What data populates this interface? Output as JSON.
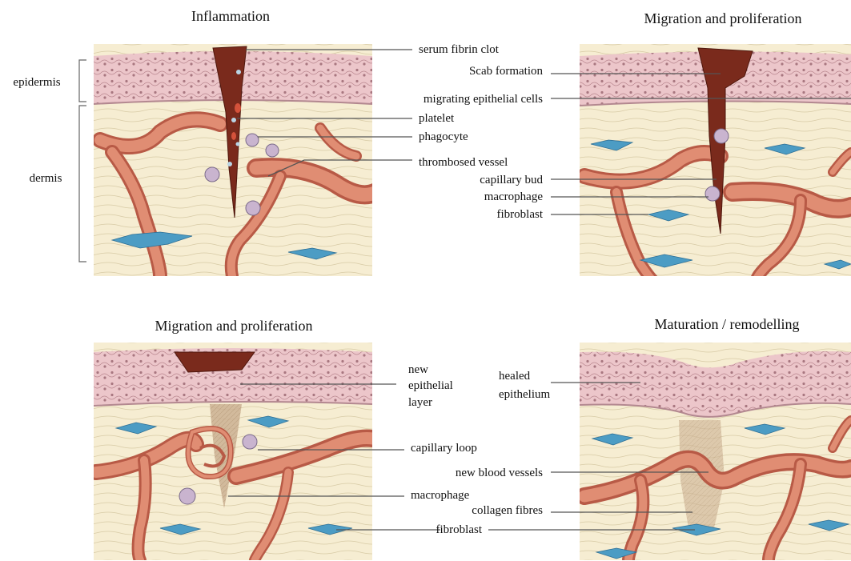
{
  "panels": [
    {
      "title": "Inflammation",
      "side_labels": [
        "epidermis",
        "dermis"
      ],
      "labels": [
        "serum fibrin clot",
        "platelet",
        "phagocyte",
        "thrombosed vessel"
      ]
    },
    {
      "title": "Migration and proliferation",
      "labels": [
        "Scab formation",
        "migrating epithelial cells",
        "capillary bud",
        "macrophage",
        "fibroblast"
      ]
    },
    {
      "title": "Migration and proliferation",
      "labels": [
        [
          "new",
          "epithelial",
          "layer"
        ],
        "capillary loop",
        "macrophage",
        "fibroblast"
      ]
    },
    {
      "title": "Maturation / remodelling",
      "labels": [
        [
          "healed",
          "epithelium"
        ],
        "new blood vessels",
        "collagen fibres",
        "fibroblast"
      ]
    }
  ],
  "colors": {
    "epidermis": "#ecc6ca",
    "dermis": "#f6edd2",
    "clot": "#7a2a1c",
    "vessel": "#d9775c",
    "fibroblast": "#4c9cc4",
    "cell": "#c9b4cf"
  },
  "icons": [
    "clot-shape",
    "blood-vessel",
    "fibroblast-cell",
    "macrophage-cell"
  ]
}
